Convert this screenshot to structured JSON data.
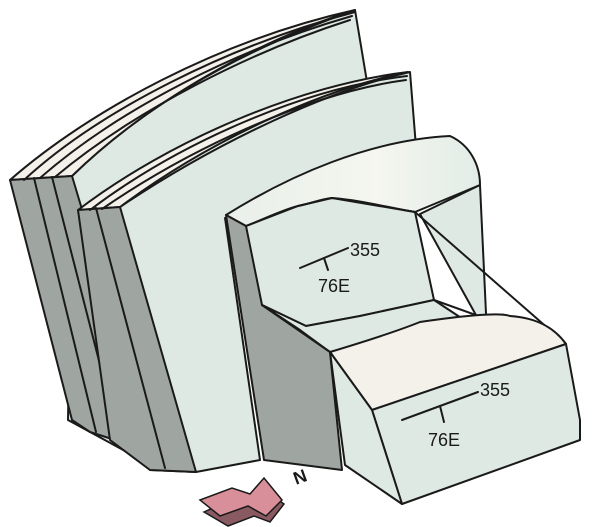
{
  "labels": {
    "strike_upper": "355",
    "dip_upper": "76E",
    "strike_lower": "355",
    "dip_lower": "76E",
    "north": "N"
  },
  "colors": {
    "face": "#dfe9e4",
    "top": "#f3f1ea",
    "shade": "#9fa6a2",
    "shade_dark": "#8e9691",
    "arrow": "#d98f9a",
    "arrow_dark": "#8a5a62",
    "outline": "#1a1a1a"
  }
}
